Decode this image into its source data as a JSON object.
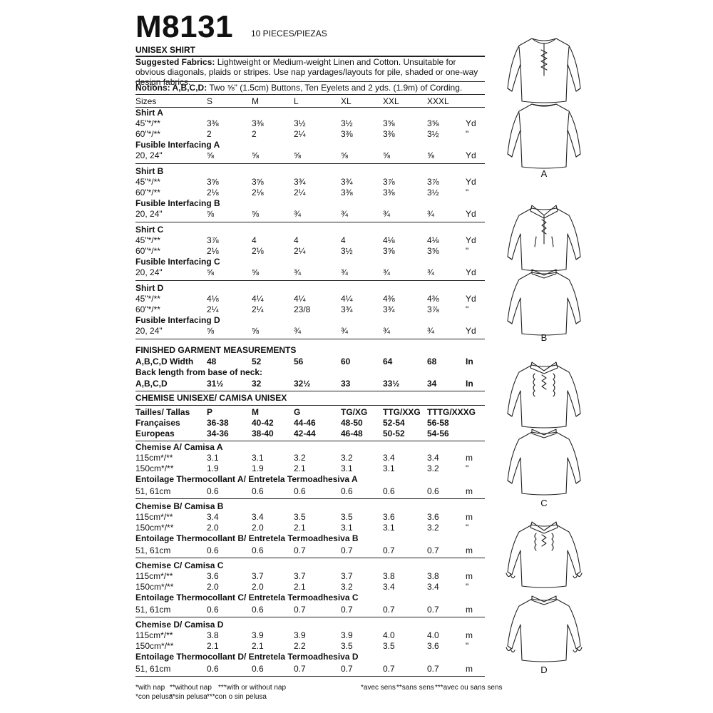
{
  "header": {
    "pattern_code": "M8131",
    "pieces": "10 PIECES/PIEZAS",
    "title": "UNISEX SHIRT"
  },
  "fabrics": {
    "label": "Suggested Fabrics:",
    "text": " Lightweight or Medium-weight Linen and Cotton. Unsuitable for obvious diagonals, plaids or stripes. Use nap yardages/layouts for pile, shaded or one-way design fabrics."
  },
  "notions": {
    "label": "Notions: A,B,C,D:",
    "text": " Two ⅝\" (1.5cm) Buttons, Ten Eyelets and 2 yds. (1.9m) of Cording."
  },
  "imperial": {
    "sizes_label": "Sizes",
    "sizes": [
      "S",
      "M",
      "L",
      "XL",
      "XXL",
      "XXXL"
    ],
    "sections": [
      {
        "heading": "Shirt A",
        "rows": [
          {
            "label": "45\"*/**",
            "values": [
              "3⅜",
              "3⅜",
              "3½",
              "3½",
              "3⅝",
              "3⅝"
            ],
            "unit": "Yd"
          },
          {
            "label": "60\"*/**",
            "values": [
              "2",
              "2",
              "2¼",
              "3⅜",
              "3⅜",
              "3½"
            ],
            "unit": "\""
          }
        ],
        "sub_heading": "Fusible Interfacing A",
        "sub_row": {
          "label": "20, 24\"",
          "values": [
            "⅝",
            "⅝",
            "⅝",
            "⅝",
            "⅝",
            "⅝"
          ],
          "unit": "Yd"
        }
      },
      {
        "heading": "Shirt B",
        "rows": [
          {
            "label": "45\"*/**",
            "values": [
              "3⅝",
              "3⅝",
              "3¾",
              "3¾",
              "3⅞",
              "3⅞"
            ],
            "unit": "Yd"
          },
          {
            "label": "60\"*/**",
            "values": [
              "2⅛",
              "2⅛",
              "2¼",
              "3⅜",
              "3⅜",
              "3½"
            ],
            "unit": "\""
          }
        ],
        "sub_heading": "Fusible Interfacing B",
        "sub_row": {
          "label": "20, 24\"",
          "values": [
            "⅝",
            "⅝",
            "¾",
            "¾",
            "¾",
            "¾"
          ],
          "unit": "Yd"
        }
      },
      {
        "heading": "Shirt C",
        "rows": [
          {
            "label": "45\"*/**",
            "values": [
              "3⅞",
              "4",
              "4",
              "4",
              "4⅛",
              "4⅛"
            ],
            "unit": "Yd"
          },
          {
            "label": "60\"*/**",
            "values": [
              "2⅛",
              "2⅛",
              "2¼",
              "3½",
              "3⅝",
              "3⅝"
            ],
            "unit": "\""
          }
        ],
        "sub_heading": "Fusible Interfacing C",
        "sub_row": {
          "label": "20, 24\"",
          "values": [
            "⅝",
            "⅝",
            "¾",
            "¾",
            "¾",
            "¾"
          ],
          "unit": "Yd"
        }
      },
      {
        "heading": "Shirt D",
        "rows": [
          {
            "label": "45\"*/**",
            "values": [
              "4⅛",
              "4¼",
              "4¼",
              "4¼",
              "4⅜",
              "4⅜"
            ],
            "unit": "Yd"
          },
          {
            "label": "60\"*/**",
            "values": [
              "2¼",
              "2¼",
              "23/8",
              "3¾",
              "3¾",
              "3⅞"
            ],
            "unit": "\""
          }
        ],
        "sub_heading": "Fusible Interfacing D",
        "sub_row": {
          "label": "20, 24\"",
          "values": [
            "⅝",
            "⅝",
            "¾",
            "¾",
            "¾",
            "¾"
          ],
          "unit": "Yd"
        }
      }
    ]
  },
  "measurements": {
    "heading": "FINISHED GARMENT MEASUREMENTS",
    "width_row": {
      "label": "A,B,C,D Width",
      "values": [
        "48",
        "52",
        "56",
        "60",
        "64",
        "68"
      ],
      "unit": "In"
    },
    "back_heading": "Back length from base of neck:",
    "back_row": {
      "label": "A,B,C,D",
      "values": [
        "31½",
        "32",
        "32½",
        "33",
        "33½",
        "34"
      ],
      "unit": "In"
    }
  },
  "metric": {
    "heading": "CHEMISE UNISEXE/ CAMISA UNISEX",
    "size_rows": [
      {
        "label": "Tailles/ Tallas",
        "values": [
          "P",
          "M",
          "G",
          "TG/XG",
          "TTG/XXG",
          "TTTG/XXXG"
        ]
      },
      {
        "label": "Françaises",
        "values": [
          "36-38",
          "40-42",
          "44-46",
          "48-50",
          "52-54",
          "56-58"
        ]
      },
      {
        "label": "Europeas",
        "values": [
          "34-36",
          "38-40",
          "42-44",
          "46-48",
          "50-52",
          "54-56"
        ]
      }
    ],
    "sections": [
      {
        "heading": "Chemise A/ Camisa A",
        "rows": [
          {
            "label": "115cm*/**",
            "values": [
              "3.1",
              "3.1",
              "3.2",
              "3.2",
              "3.4",
              "3.4"
            ],
            "unit": "m"
          },
          {
            "label": "150cm*/**",
            "values": [
              "1.9",
              "1.9",
              "2.1",
              "3.1",
              "3.1",
              "3.2"
            ],
            "unit": "\""
          }
        ],
        "sub_heading": "Entoilage Thermocollant A/ Entretela Termoadhesiva A",
        "sub_row": {
          "label": "51, 61cm",
          "values": [
            "0.6",
            "0.6",
            "0.6",
            "0.6",
            "0.6",
            "0.6"
          ],
          "unit": "m"
        }
      },
      {
        "heading": "Chemise B/ Camisa B",
        "rows": [
          {
            "label": "115cm*/**",
            "values": [
              "3.4",
              "3.4",
              "3.5",
              "3.5",
              "3.6",
              "3.6"
            ],
            "unit": "m"
          },
          {
            "label": "150cm*/**",
            "values": [
              "2.0",
              "2.0",
              "2.1",
              "3.1",
              "3.1",
              "3.2"
            ],
            "unit": "\""
          }
        ],
        "sub_heading": "Entoilage Thermocollant B/ Entretela Termoadhesiva B",
        "sub_row": {
          "label": "51, 61cm",
          "values": [
            "0.6",
            "0.6",
            "0.7",
            "0.7",
            "0.7",
            "0.7"
          ],
          "unit": "m"
        }
      },
      {
        "heading": "Chemise C/ Camisa C",
        "rows": [
          {
            "label": "115cm*/**",
            "values": [
              "3.6",
              "3.7",
              "3.7",
              "3.7",
              "3.8",
              "3.8"
            ],
            "unit": "m"
          },
          {
            "label": "150cm*/**",
            "values": [
              "2.0",
              "2.0",
              "2.1",
              "3.2",
              "3.4",
              "3.4"
            ],
            "unit": "\""
          }
        ],
        "sub_heading": "Entoilage Thermocollant C/ Entretela Termoadhesiva C",
        "sub_row": {
          "label": "51, 61cm",
          "values": [
            "0.6",
            "0.6",
            "0.7",
            "0.7",
            "0.7",
            "0.7"
          ],
          "unit": "m"
        }
      },
      {
        "heading": "Chemise D/ Camisa D",
        "rows": [
          {
            "label": "115cm*/**",
            "values": [
              "3.8",
              "3.9",
              "3.9",
              "3.9",
              "4.0",
              "4.0"
            ],
            "unit": "m"
          },
          {
            "label": "150cm*/**",
            "values": [
              "2.1",
              "2.1",
              "2.2",
              "3.5",
              "3.5",
              "3.6"
            ],
            "unit": "\""
          }
        ],
        "sub_heading": "Entoilage Thermocollant D/ Entretela Termoadhesiva D",
        "sub_row": {
          "label": "51, 61cm",
          "values": [
            "0.6",
            "0.6",
            "0.7",
            "0.7",
            "0.7",
            "0.7"
          ],
          "unit": "m"
        }
      }
    ]
  },
  "footer": {
    "en": [
      "*with nap",
      "**without nap",
      "***with or without nap"
    ],
    "es": [
      "*con pelusa",
      "**sin pelusa",
      "***con o sin pelusa"
    ],
    "fr": [
      "*avec sens",
      "**sans sens",
      "***avec ou sans sens"
    ]
  },
  "views": {
    "labels": [
      "A",
      "B",
      "C",
      "D"
    ]
  }
}
